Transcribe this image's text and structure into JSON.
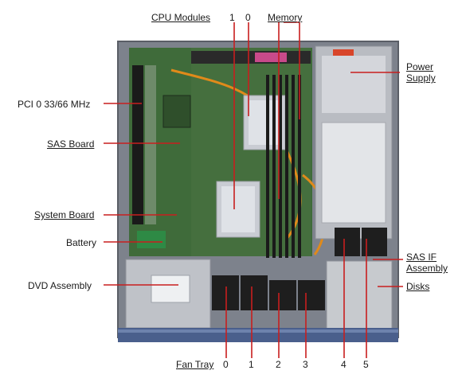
{
  "labels": {
    "cpu_modules": "CPU Modules",
    "cpu_1": "1",
    "cpu_0": "0",
    "memory": "Memory",
    "power_supply_line1": "Power",
    "power_supply_line2": "Supply",
    "pci": "PCI 0 33/66 MHz",
    "sas_board": "SAS Board",
    "system_board": "System Board",
    "battery": "Battery",
    "sas_if_line1": "SAS IF",
    "sas_if_line2": "Assembly",
    "dvd_assembly": "DVD Assembly",
    "disks": "Disks",
    "fan_tray": "Fan Tray",
    "fan_0": "0",
    "fan_1": "1",
    "fan_2": "2",
    "fan_3": "3",
    "fan_4": "4",
    "fan_5": "5"
  },
  "colors": {
    "leader_line": "#c81e1e",
    "board_green": "#3f6b3a",
    "chassis": "#8a8f99",
    "bezel": "#4a5f8c",
    "heatsink": "#c9ccd3",
    "psu": "#b9bcc2",
    "fan": "#1e1e1e"
  }
}
